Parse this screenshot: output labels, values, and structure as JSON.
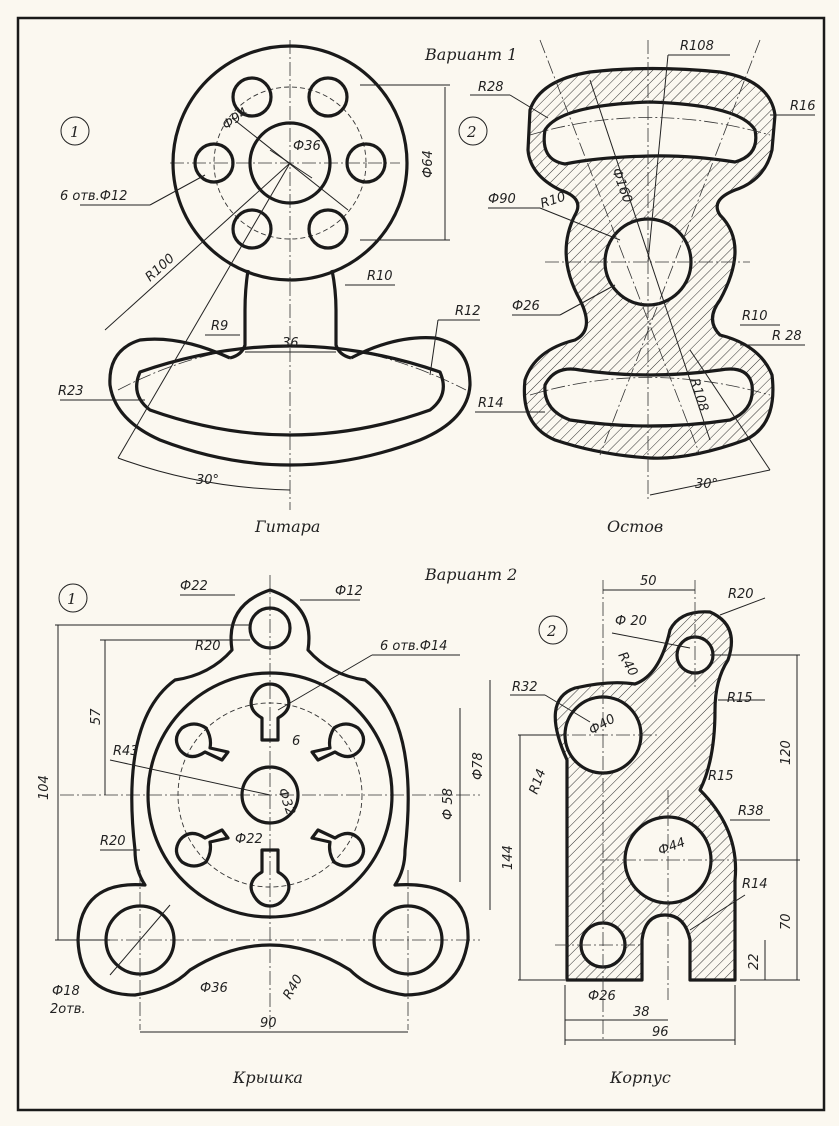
{
  "colors": {
    "paper": "#fbf8f0",
    "ink": "#1a1a1a"
  },
  "variant1": {
    "title": "Вариант 1",
    "part1": {
      "number": "1",
      "caption": "Гитара",
      "dims": {
        "d94": "Ф94",
        "d36": "Ф36",
        "d64": "Ф64",
        "holes": "6 отв.Ф12",
        "r100": "R100",
        "r10": "R10",
        "r9": "R9",
        "w36": "36",
        "r12": "R12",
        "r23": "R23",
        "ang30": "30°"
      }
    },
    "part2": {
      "number": "2",
      "caption": "Остов",
      "dims": {
        "r108a": "R108",
        "r28a": "R28",
        "r16": "R16",
        "d160": "Ф160",
        "d90": "Ф90",
        "r10a": "R10",
        "d26": "Ф26",
        "r10b": "R10",
        "r28b": "R 28",
        "r14": "R14",
        "r108b": "R108",
        "ang30": "30°"
      }
    }
  },
  "variant2": {
    "title": "Вариант 2",
    "part1": {
      "number": "1",
      "caption": "Крышка",
      "dims": {
        "d22a": "Ф22",
        "d12": "Ф12",
        "r20a": "R20",
        "holes": "6 отв.Ф14",
        "v57": "57",
        "r43": "R43",
        "w6": "6",
        "v104": "104",
        "d78": "Ф78",
        "d58": "Ф 58",
        "d32": "Ф32",
        "d22b": "Ф22",
        "r20b": "R20",
        "d18": "Ф18",
        "holes2": "2отв.",
        "d36": "Ф36",
        "r40": "R40",
        "w90": "90"
      }
    },
    "part2": {
      "number": "2",
      "caption": "Корпус",
      "dims": {
        "w50": "50",
        "r20": "R20",
        "d20": "Ф 20",
        "r40": "R40",
        "r32": "R32",
        "r15a": "R15",
        "d40": "Ф40",
        "v120": "120",
        "r14a": "R14",
        "r15b": "R15",
        "r38": "R38",
        "d44": "Ф44",
        "v144": "144",
        "r14b": "R14",
        "v70": "70",
        "v22": "22",
        "d26": "Ф26",
        "w38": "38",
        "w96": "96"
      }
    }
  }
}
